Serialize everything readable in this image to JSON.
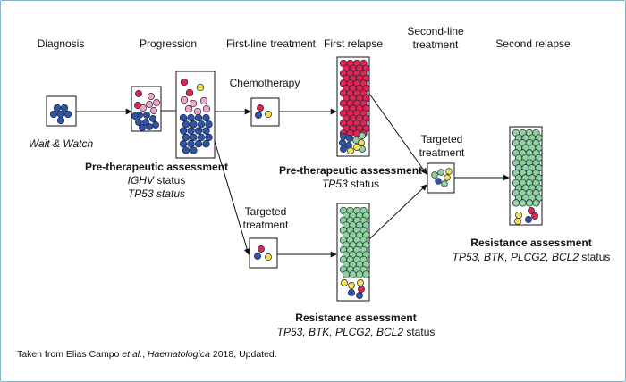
{
  "stages": {
    "diagnosis": "Diagnosis",
    "progression": "Progression",
    "first_line": "First-line treatment",
    "first_relapse": "First relapse",
    "second_line_1": "Second-line",
    "second_line_2": "treatment",
    "second_relapse": "Second relapse"
  },
  "labels": {
    "wait_watch": "Wait & Watch",
    "chemotherapy": "Chemotherapy",
    "targeted_1a": "Targeted",
    "targeted_1b": "treatment",
    "targeted_2a": "Targeted",
    "targeted_2b": "treatment"
  },
  "assessments": {
    "pre1_title": "Pre-therapeutic assessment",
    "pre1_line1_gene": "IGHV",
    "pre1_line1_word": " status",
    "pre1_line2_gene": "TP53",
    "pre1_line2_word": " status",
    "pre2_title": "Pre-therapeutic assessment",
    "pre2_line1_gene": "TP53",
    "pre2_line1_word": " status",
    "res1_title": "Resistance assessment",
    "res1_genes": "TP53, BTK, PLCG2, BCL2",
    "res1_word": " status",
    "res2_title": "Resistance assessment",
    "res2_genes": "TP53, BTK, PLCG2, BCL2",
    "res2_word": " status"
  },
  "footnote": {
    "pre": "Taken from Elias Campo ",
    "et_al": "et al.",
    "mid": ", ",
    "journal": "Haematologica",
    "post": " 2018, Updated."
  },
  "colors": {
    "blue": "#2e54a8",
    "red": "#e0254f",
    "pink": "#f2a6c4",
    "yellow": "#f2e14d",
    "green": "#8fd39a",
    "frame": "#7fb7c9"
  },
  "cell_compositions": {
    "diagnosis": {
      "blue": 6
    },
    "progression_small": {
      "blue": 9,
      "pink": 5,
      "red": 2
    },
    "progression_large": {
      "red": 2,
      "yellow": 1,
      "pink": 6,
      "blue": 22
    },
    "chemotherapy": {
      "red": 1,
      "blue": 1,
      "yellow": 1
    },
    "targeted_first_line": {
      "red": 1,
      "blue": 1,
      "yellow": 1
    },
    "first_relapse": {
      "red": 60,
      "green": 3,
      "yellow": 3,
      "blue": 8
    },
    "resistance_first_line": {
      "green": 60,
      "yellow": 3,
      "red": 1,
      "blue": 2
    },
    "targeted_second_line": {
      "green": 3,
      "yellow": 2,
      "blue": 1
    },
    "second_relapse": {
      "green": 60,
      "yellow": 2,
      "red": 1,
      "blue": 1
    }
  }
}
